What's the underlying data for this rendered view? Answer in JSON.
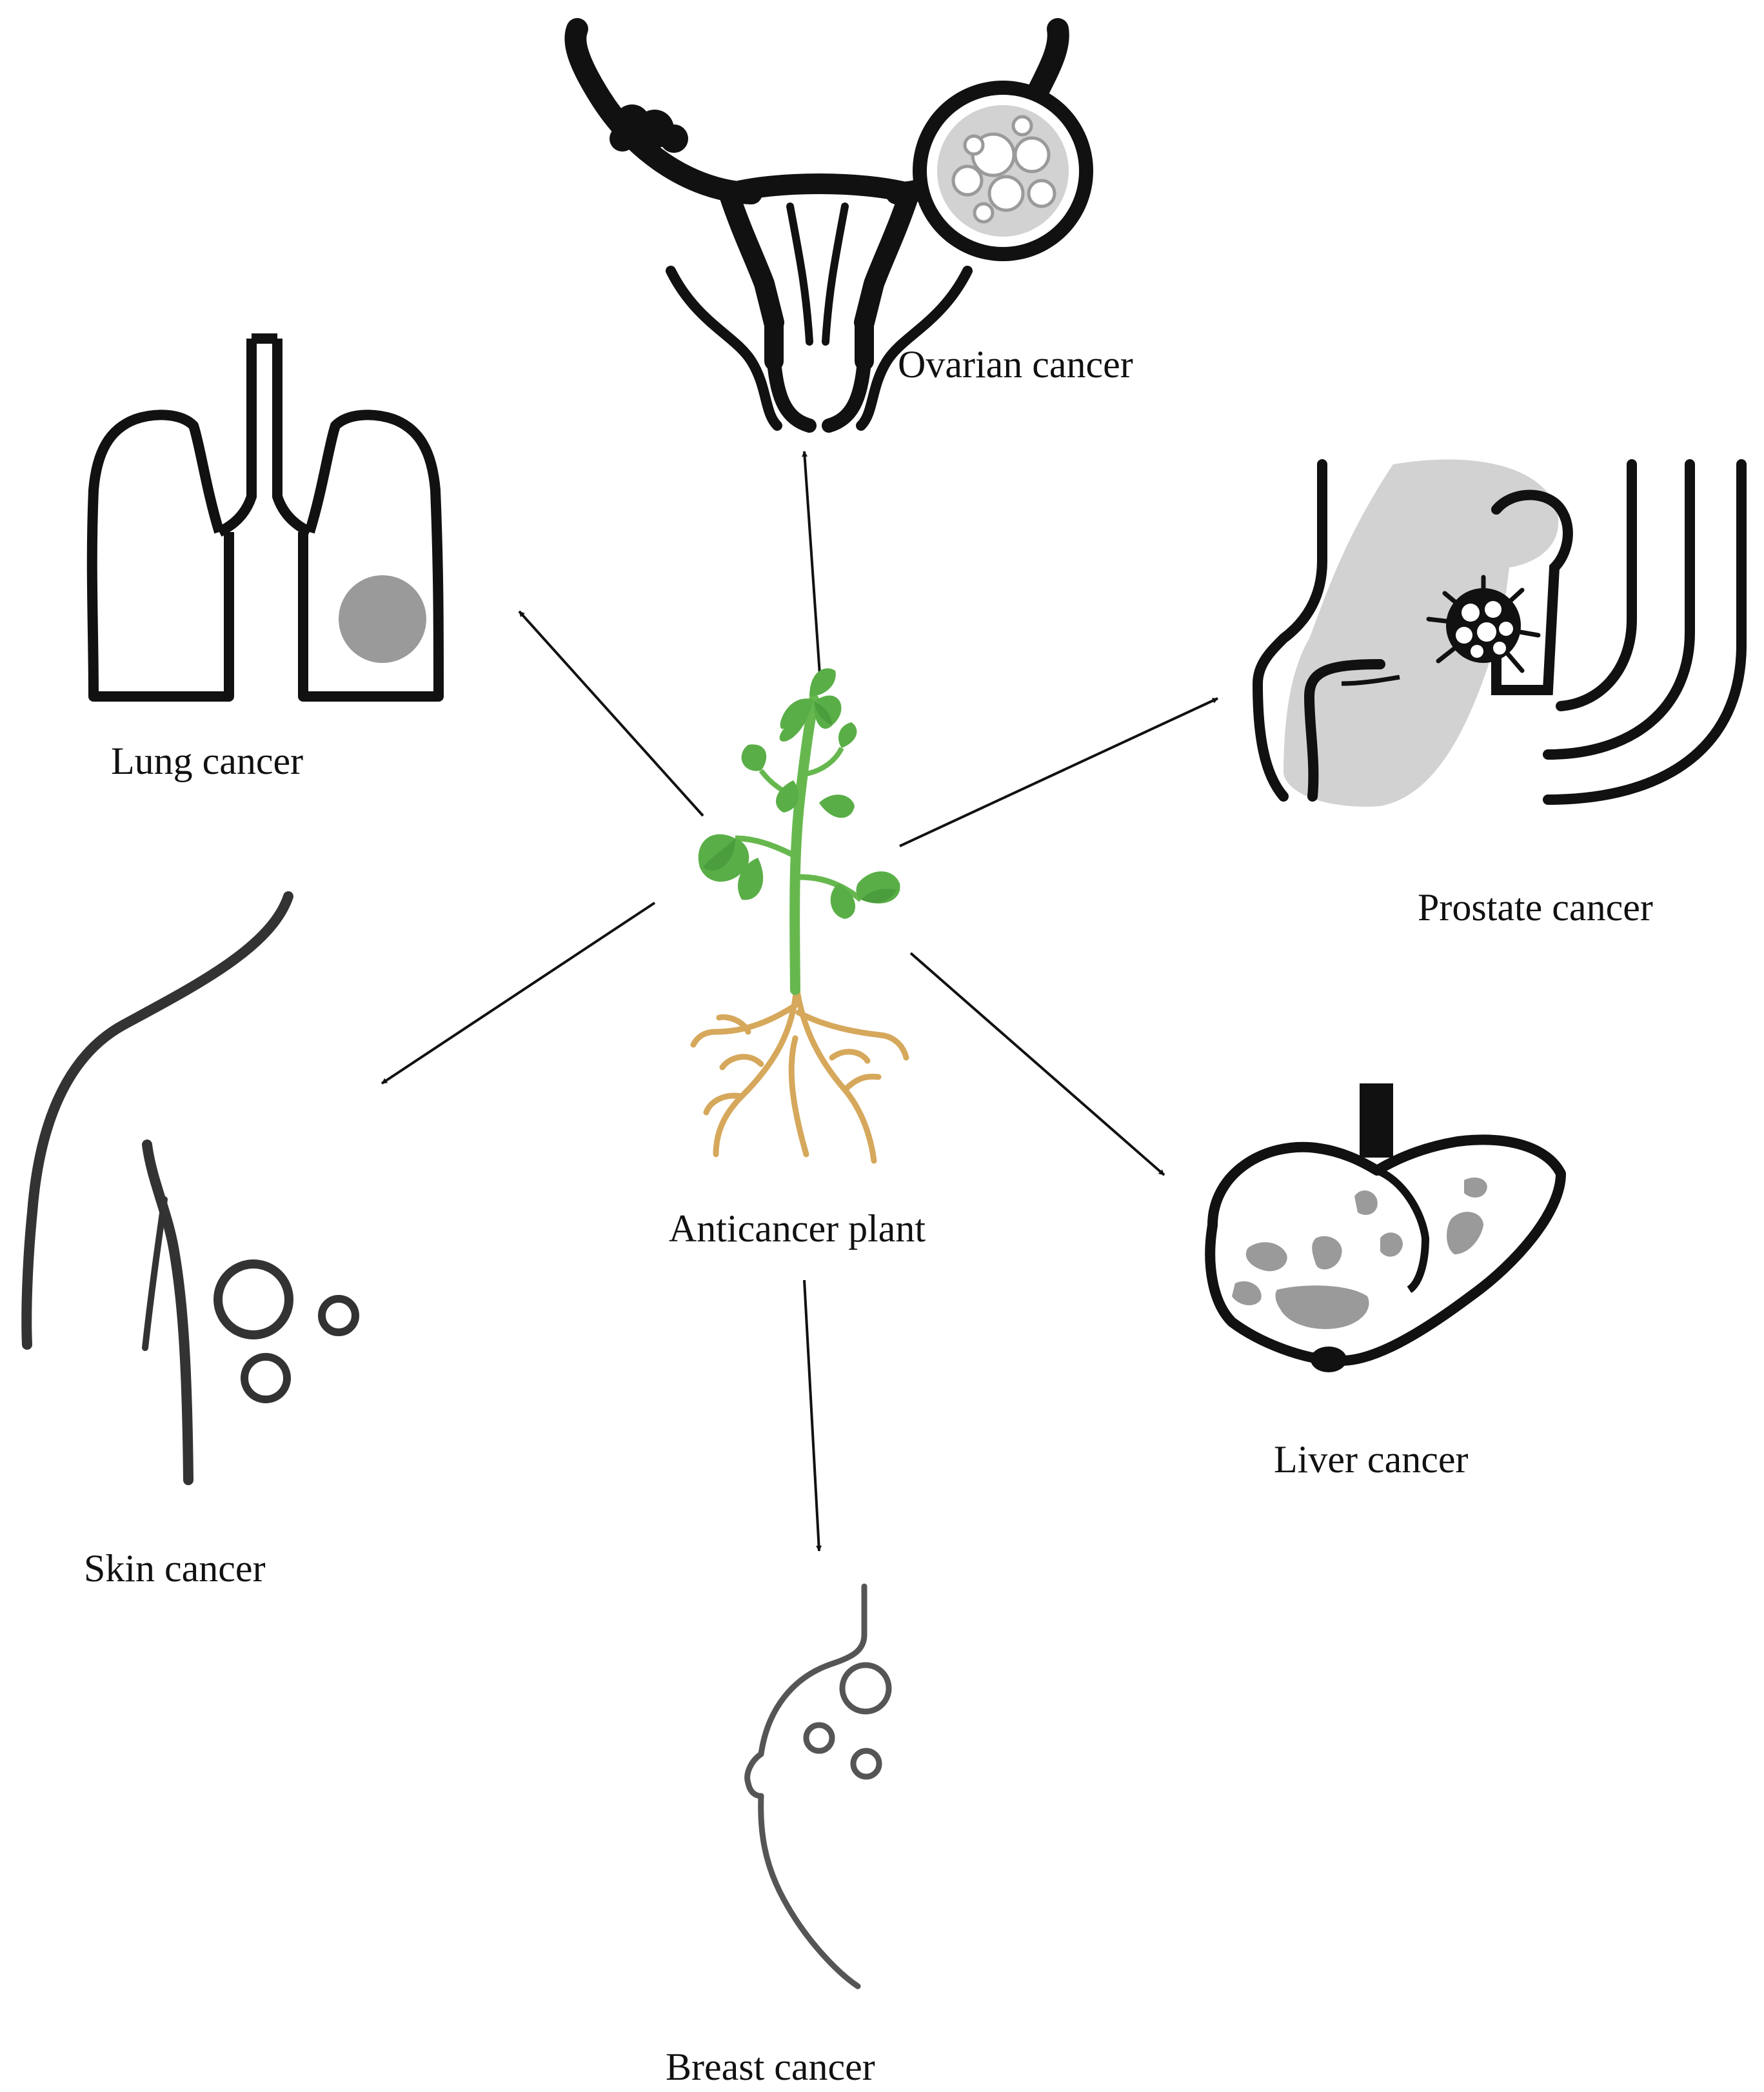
{
  "center": {
    "label": "Anticancer plant",
    "icon": "plant-icon"
  },
  "targets": [
    {
      "id": "ovarian",
      "label": "Ovarian cancer",
      "icon": "uterus-ovary-icon"
    },
    {
      "id": "lung",
      "label": "Lung cancer",
      "icon": "lungs-icon"
    },
    {
      "id": "prostate",
      "label": "Prostate cancer",
      "icon": "prostate-icon"
    },
    {
      "id": "skin",
      "label": "Skin cancer",
      "icon": "skin-lesion-icon"
    },
    {
      "id": "liver",
      "label": "Liver cancer",
      "icon": "liver-icon"
    },
    {
      "id": "breast",
      "label": "Breast cancer",
      "icon": "breast-icon"
    }
  ],
  "colors": {
    "line": "#111111",
    "leaf": "#5aae47",
    "leaf_dark": "#3f8f35",
    "stem": "#66b84e",
    "root": "#d6a85c",
    "tumor": "#9a9a9a",
    "tissue": "#d2d2d2"
  }
}
